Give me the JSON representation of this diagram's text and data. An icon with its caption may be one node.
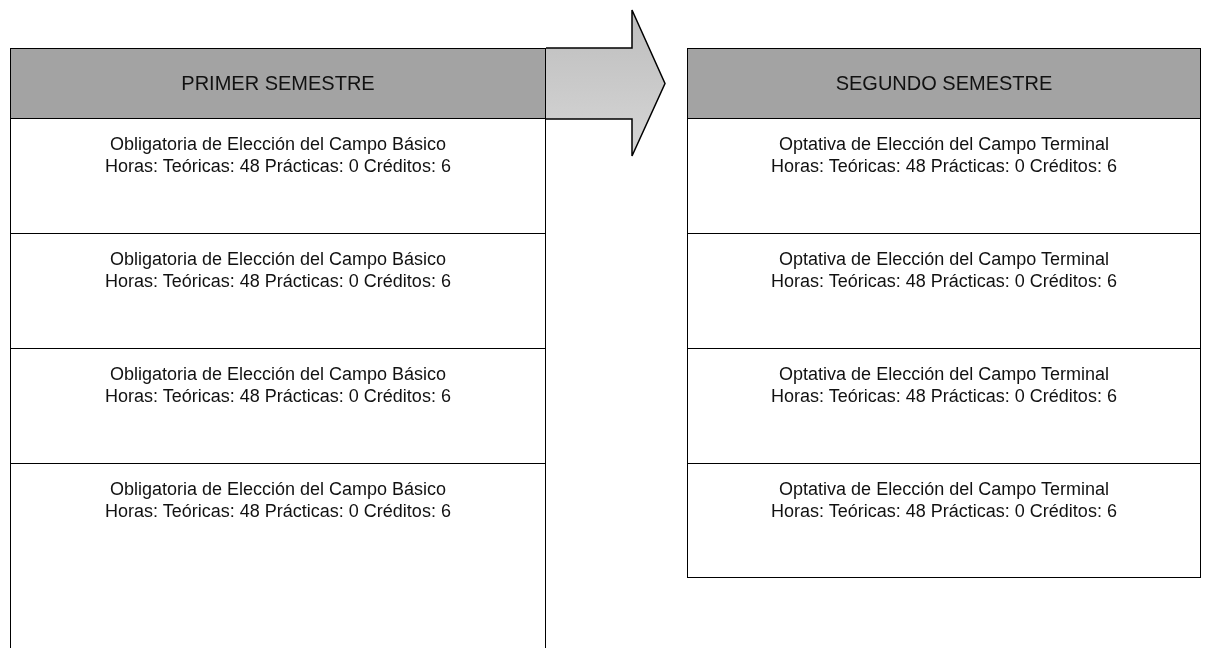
{
  "diagram": {
    "nodes": [
      {
        "text": [
          "PRIMER SEMESTRE"
        ]
      },
      {
        "text": [
          "Obligatoria de Elección del Campo Básico",
          "Horas: Teóricas: 48 Prácticas: 0 Créditos: 6"
        ]
      },
      {
        "text": [
          "Obligatoria de Elección del Campo Básico",
          "Horas: Teóricas: 48 Prácticas: 0 Créditos: 6"
        ]
      },
      {
        "text": [
          "Obligatoria de Elección del Campo Básico",
          "Horas: Teóricas: 48 Prácticas: 0 Créditos: 6"
        ]
      },
      {
        "text": [
          "Obligatoria de Elección del Campo Básico",
          "Horas: Teóricas: 48 Prácticas: 0 Créditos: 6"
        ]
      },
      {
        "text": [
          "SEGUNDO SEMESTRE"
        ]
      },
      {
        "text": [
          "Optativa de Elección del Campo Terminal",
          "Horas: Teóricas: 48 Prácticas: 0 Créditos: 6"
        ]
      },
      {
        "text": [
          "Optativa de Elección del Campo Terminal",
          "Horas: Teóricas: 48 Prácticas: 0 Créditos: 6"
        ]
      },
      {
        "text": [
          "Optativa de Elección del Campo Terminal",
          "Horas: Teóricas: 48 Prácticas: 0 Créditos: 6"
        ]
      },
      {
        "text": [
          "Optativa de Elección del Campo Terminal",
          "Horas: Teóricas: 48 Prácticas: 0 Créditos: 6"
        ]
      }
    ],
    "edges": [
      {
        "from": 0,
        "to": 5,
        "arrow": "to"
      }
    ]
  }
}
